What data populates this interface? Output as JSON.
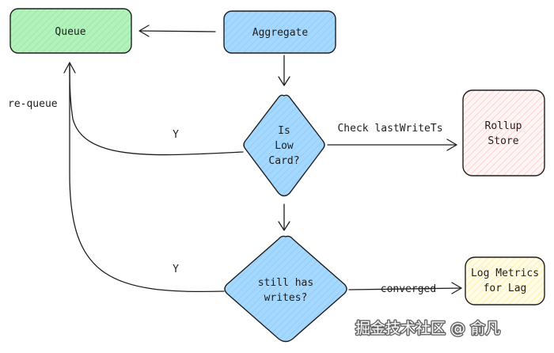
{
  "nodes": {
    "queue": {
      "label": "Queue",
      "fill": "#b2f2bb"
    },
    "aggregate": {
      "label": "Aggregate",
      "fill": "#a5d8ff"
    },
    "low_card": {
      "lines": [
        "Is",
        "Low",
        "Card?"
      ],
      "fill": "#a5d8ff"
    },
    "rollup_store": {
      "lines": [
        "Rollup",
        "Store"
      ],
      "fill": "#ffe3e3"
    },
    "still_has_writes": {
      "lines": [
        "still has",
        "writes?"
      ],
      "fill": "#a5d8ff"
    },
    "log_metrics": {
      "lines": [
        "Log Metrics",
        "for Lag"
      ],
      "fill": "#fff3bf"
    }
  },
  "edges": {
    "requeue": "re-queue",
    "y_low_card": "Y",
    "check_last_write": "Check lastWriteTs",
    "y_still_has": "Y",
    "converged": "converged"
  },
  "watermark": "掘金技术社区 @ 俞凡"
}
